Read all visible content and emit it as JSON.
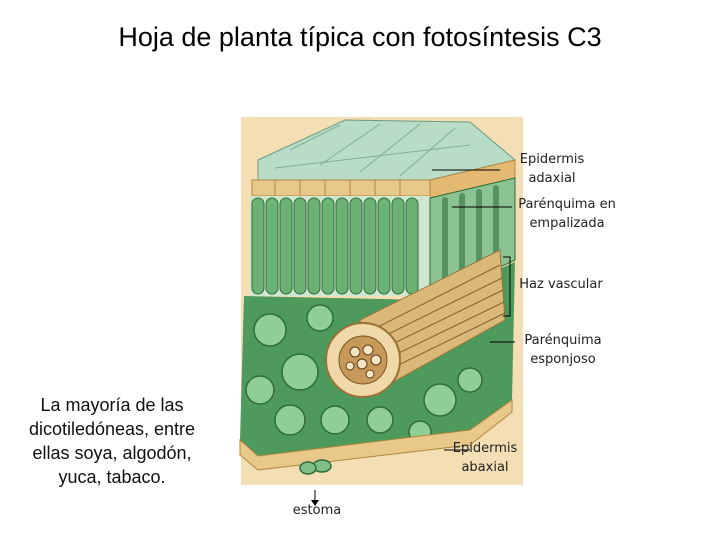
{
  "title": "Hoja de planta típica con fotosíntesis  C3",
  "side_text": "La mayoría de las dicotiledóneas, entre ellas soya, algodón, yuca, tabaco.",
  "labels": {
    "epidermis_adaxial": [
      "Epidermis",
      "adaxial"
    ],
    "parenquima_empalizada": [
      "Parénquima en",
      "empalizada"
    ],
    "haz_vascular": "Haz vascular",
    "parenquima_esponjoso": [
      "Parénquima",
      "esponjoso"
    ],
    "epidermis_abaxial": [
      "Epidermis",
      "abaxial"
    ],
    "estoma": "estoma"
  },
  "colors": {
    "background": "#ffffff",
    "image_bg": "#f4dfb4",
    "cell_green": "#5fa86a",
    "dark_green": "#2f6b3a",
    "epidermis_tan": "#e9c98a"
  }
}
